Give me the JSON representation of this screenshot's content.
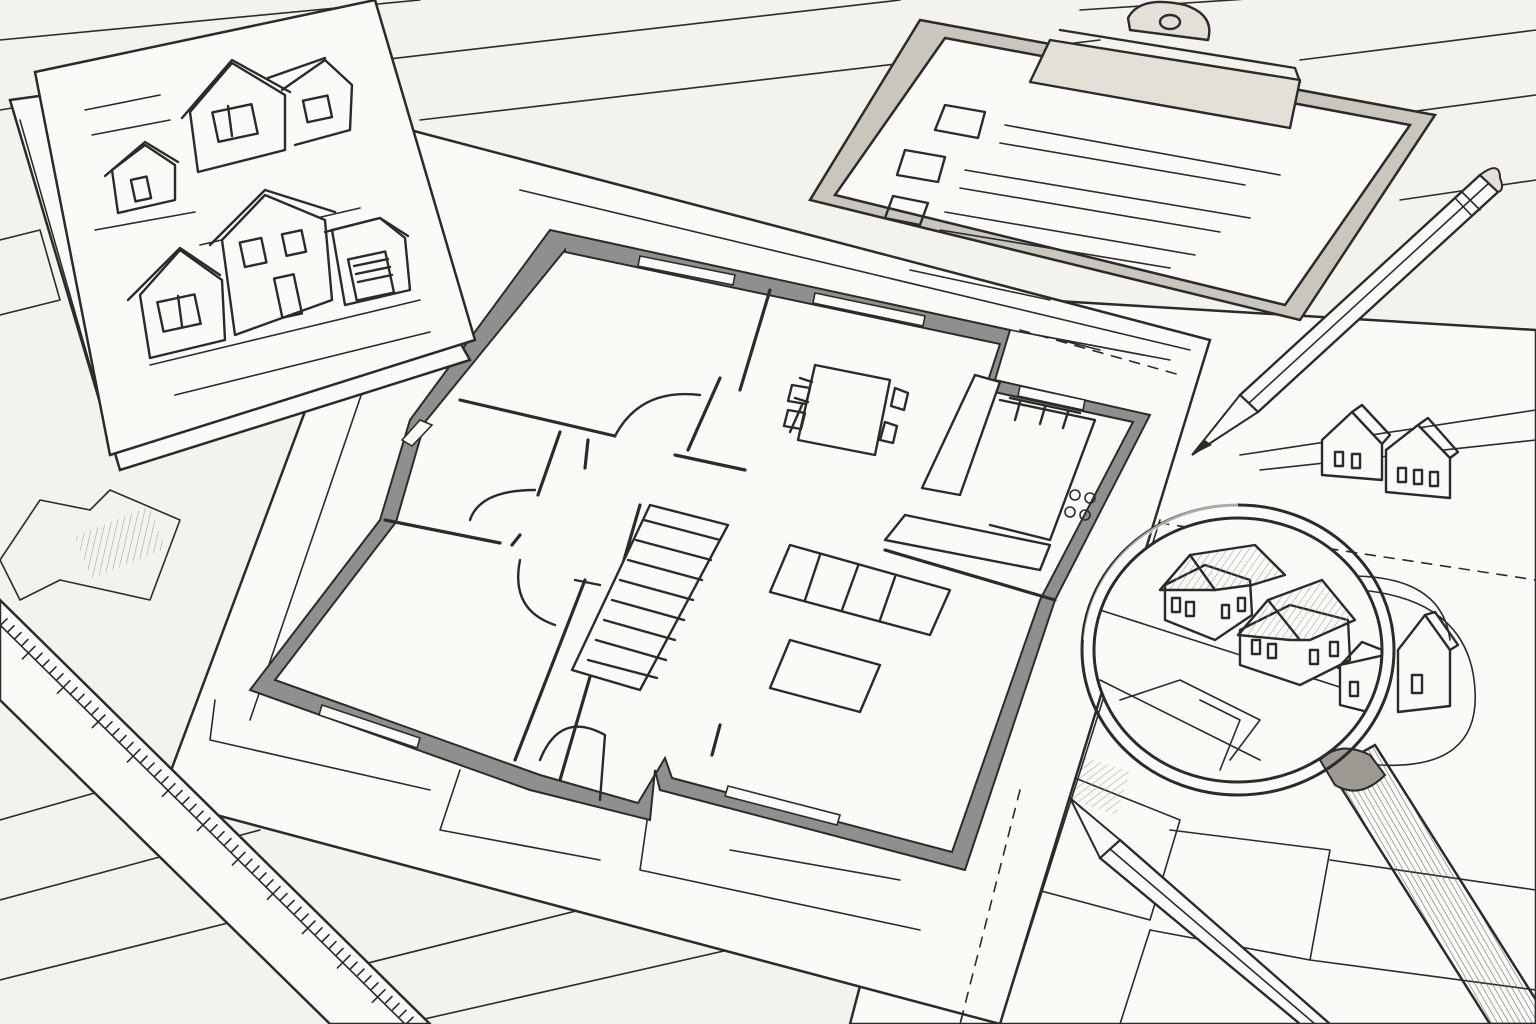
{
  "scene": {
    "objects": [
      "floor-plan-sheet",
      "house-elevations-booklet",
      "clipboard-checklist",
      "site-plan-map",
      "magnifying-glass",
      "ruler",
      "pencil-upper-right",
      "pencil-lower-right"
    ],
    "palette": {
      "background": "#f4f2ec",
      "paper": "#fbfaf6",
      "ink": "#2b2b2b",
      "wall_fill": "#8f8f8f",
      "shading": "#c9c6bd"
    },
    "style": "pencil sketch illustration, monochrome"
  }
}
